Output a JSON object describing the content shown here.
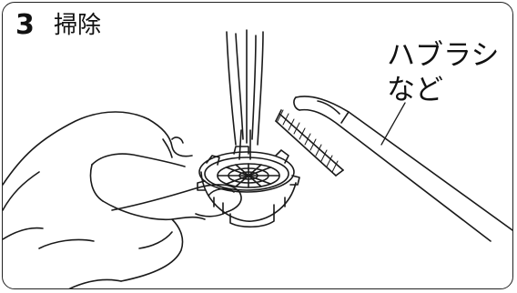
{
  "step": {
    "number": "3",
    "title": "掃除"
  },
  "illustration": {
    "brush_label": "ハブラシ\nなど",
    "line_color": "#1a1a1a",
    "background": "#ffffff"
  }
}
